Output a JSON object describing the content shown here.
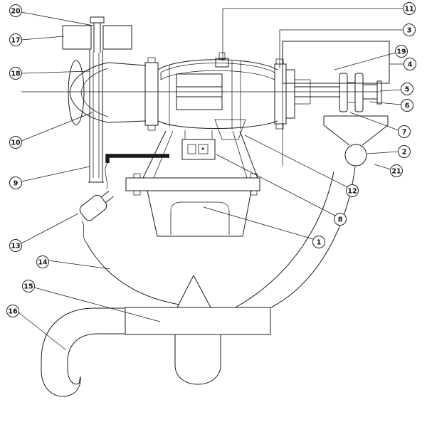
{
  "diagram": {
    "kind": "patent-style technical line drawing of a motor-driven pump assembly",
    "colors": {
      "line": "#1a1a1a",
      "background": "#ffffff",
      "callout_stroke": "#222222"
    }
  },
  "callouts": {
    "1": "1",
    "2": "2",
    "3": "3",
    "4": "4",
    "5": "5",
    "6": "6",
    "7": "7",
    "8": "8",
    "9": "9",
    "10": "10",
    "11": "11",
    "12": "12",
    "13": "13",
    "14": "14",
    "15": "15",
    "16": "16",
    "17": "17",
    "18": "18",
    "19": "19",
    "20": "20",
    "21": "21"
  }
}
